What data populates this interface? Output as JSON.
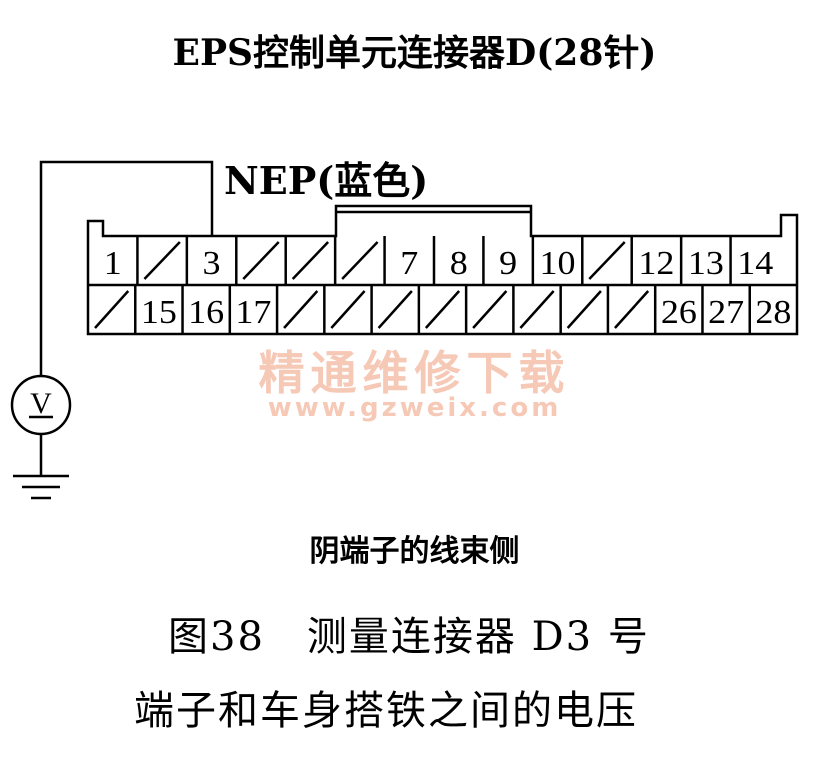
{
  "title": "EPS控制单元连接器D(28针)",
  "wire_label": "NEP(蓝色)",
  "meter_symbol": "V",
  "view_label": "阴端子的线束侧",
  "caption_line1": "图38　测量连接器 D3 号",
  "caption_line2": "端子和车身搭铁之间的电压",
  "watermark_cn": "精通维修下载",
  "watermark_url": "www.gzweix.com",
  "connector": {
    "top_row": [
      "1",
      "",
      "3",
      "",
      "",
      "",
      "7",
      "8",
      "9",
      "10",
      "",
      "12",
      "13",
      "14"
    ],
    "bottom_row": [
      "",
      "15",
      "16",
      "17",
      "",
      "",
      "",
      "",
      "",
      "",
      "",
      "",
      "26",
      "27",
      "28"
    ]
  }
}
